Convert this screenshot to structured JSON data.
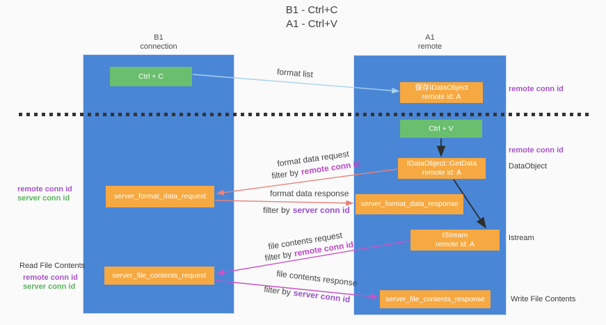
{
  "title": {
    "line1": "B1 - Ctrl+C",
    "line2": "A1 - Ctrl+V"
  },
  "lanes": {
    "left": {
      "title": "B1",
      "subtitle": "connection"
    },
    "right": {
      "title": "A1",
      "subtitle": "remote"
    }
  },
  "nodes": {
    "ctrl_c": {
      "label": "Ctrl + C"
    },
    "save_dataobject": {
      "label": "保存IDataObject",
      "sublabel": "remote id: A"
    },
    "ctrl_v": {
      "label": "Ctrl + V"
    },
    "getdata": {
      "label": "IDataObject::GetData",
      "sublabel": "remote id: A"
    },
    "format_request": {
      "label": "server_format_data_request"
    },
    "format_response": {
      "label": "server_format_data_response"
    },
    "istream": {
      "label": "IStream",
      "sublabel": "remote id: A"
    },
    "file_request": {
      "label": "server_file_contents_request"
    },
    "file_response": {
      "label": "server_file_contents_response"
    }
  },
  "edges": {
    "format_list": {
      "label": "format list"
    },
    "format_data_request": {
      "label": "format data request",
      "filter_prefix": "filter by",
      "filter_key": "remote conn id"
    },
    "format_data_response": {
      "label": "format data response",
      "filter_prefix": "filter by",
      "filter_key": "server conn id"
    },
    "file_contents_request": {
      "label": "file contents request",
      "filter_prefix": "filter by",
      "filter_key": "remote conn id"
    },
    "file_contents_response": {
      "label": "file contents response",
      "filter_prefix": "filter by",
      "filter_key": "server conn id"
    }
  },
  "annotations": {
    "right_top_remote_conn_id": "remote conn id",
    "right_mid_remote_conn_id": "remote conn id",
    "dataobject": "DataObject",
    "istream": "Istream",
    "write_file_contents": "Write File Contents",
    "left_remote_conn_id": "remote conn id",
    "left_server_conn_id": "server conn id",
    "read_file_contents": "Read File Contents",
    "left_bottom_remote_conn_id": "remote conn id",
    "left_bottom_server_conn_id": "server conn id"
  },
  "colors": {
    "lane_blue": "#4a86d6",
    "node_green": "#6abf6e",
    "node_orange": "#f6a841",
    "remote_conn_purple": "#a855c8",
    "server_conn_green": "#58b55c",
    "filter_remote_magenta": "#bb49c6",
    "filter_server_purple": "#9a50cc",
    "arrow_salmon": "#e8837b",
    "arrow_magenta": "#cb51c6",
    "arrow_sky": "#a8d2ef",
    "arrow_black": "#2e2e2e",
    "dashed_separator": "#333333"
  }
}
